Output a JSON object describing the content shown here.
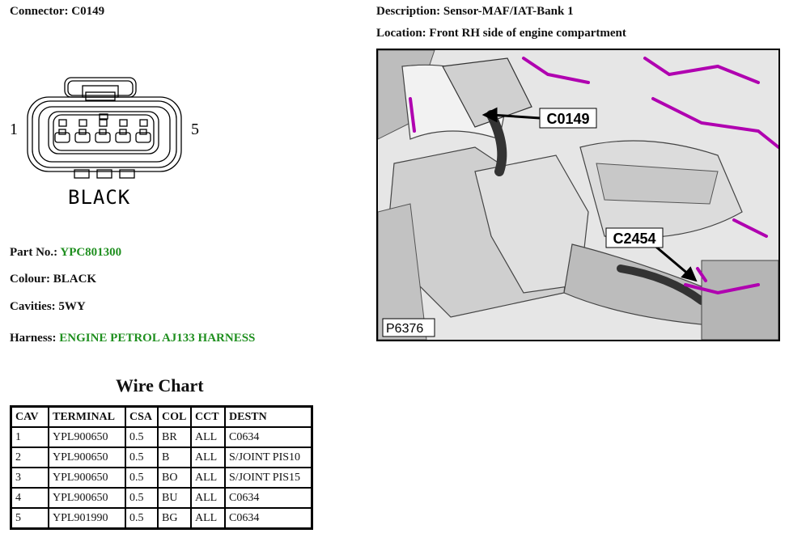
{
  "header": {
    "connector_label": "Connector: C0149",
    "description_label": "Description: Sensor-MAF/IAT-Bank 1",
    "location_label": "Location: Front RH side of engine compartment"
  },
  "connector": {
    "pin_left": "1",
    "pin_right": "5",
    "color_text": "BLACK"
  },
  "details": {
    "part_no_label": "Part No.:",
    "part_no_value": "YPC801300",
    "colour": "Colour: BLACK",
    "cavities": "Cavities: 5WY",
    "harness_label": "Harness:",
    "harness_value": "ENGINE PETROL AJ133 HARNESS"
  },
  "photo": {
    "callout_1": "C0149",
    "callout_2": "C2454",
    "figure_id": "P6376"
  },
  "wire_chart": {
    "title": "Wire Chart",
    "columns": [
      "CAV",
      "TERMINAL",
      "CSA",
      "COL",
      "CCT",
      "DESTN"
    ],
    "rows": [
      [
        "1",
        "YPL900650",
        "0.5",
        "BR",
        "ALL",
        "C0634"
      ],
      [
        "2",
        "YPL900650",
        "0.5",
        "B",
        "ALL",
        "S/JOINT PIS10"
      ],
      [
        "3",
        "YPL900650",
        "0.5",
        "BO",
        "ALL",
        "S/JOINT PIS15"
      ],
      [
        "4",
        "YPL900650",
        "0.5",
        "BU",
        "ALL",
        "C0634"
      ],
      [
        "5",
        "YPL901990",
        "0.5",
        "BG",
        "ALL",
        "C0634"
      ]
    ]
  },
  "colors": {
    "green_text": "#1f8f1f",
    "harness_magenta": "#b000b0"
  }
}
